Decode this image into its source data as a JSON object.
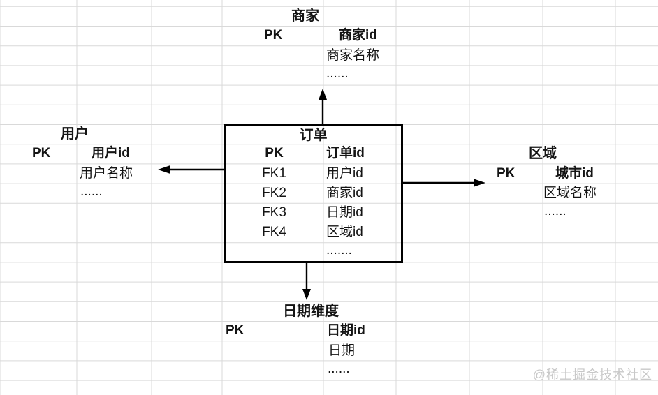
{
  "diagram": {
    "entities": {
      "merchant": {
        "title": "商家",
        "pk_label": "PK",
        "pk_field": "商家id",
        "fields": [
          "商家名称",
          "......"
        ]
      },
      "user": {
        "title": "用户",
        "pk_label": "PK",
        "pk_field": "用户id",
        "fields": [
          "用户名称",
          "......"
        ]
      },
      "order": {
        "title": "订单",
        "pk_label": "PK",
        "pk_field": "订单id",
        "fk_rows": [
          {
            "key": "FK1",
            "value": "用户id"
          },
          {
            "key": "FK2",
            "value": "商家id"
          },
          {
            "key": "FK3",
            "value": "日期id"
          },
          {
            "key": "FK4",
            "value": "区域id"
          }
        ],
        "ellipsis": "......."
      },
      "region": {
        "title": "区域",
        "pk_label": "PK",
        "pk_field": "城市id",
        "fields": [
          "区域名称",
          "......"
        ]
      },
      "date_dim": {
        "title": "日期维度",
        "pk_label": "PK",
        "pk_field": "日期id",
        "fields": [
          "日期",
          "......"
        ]
      }
    },
    "watermark": "@稀土掘金技术社区",
    "colors": {
      "background": "#ffffff",
      "grid_line": "#d9d9d9",
      "text": "#141414",
      "box_border": "#000000",
      "arrow": "#000000",
      "watermark": "#c8c8c8"
    }
  }
}
